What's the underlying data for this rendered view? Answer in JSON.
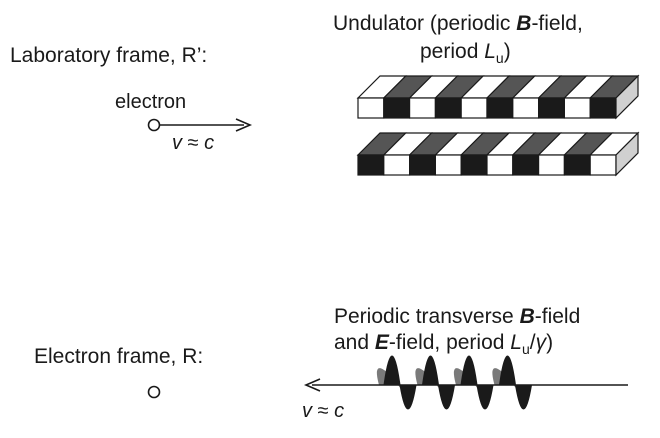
{
  "top": {
    "frame_label": "Laboratory frame, R’:",
    "particle_label": "electron",
    "velocity": {
      "v": "v",
      "approx": " ≈ ",
      "c": "c"
    },
    "undulator": {
      "line1_pre": "Undulator (periodic ",
      "line1_field": "B",
      "line1_post": "-field,",
      "line2_pre": "period ",
      "line2_symbol": "L",
      "line2_sub": "u",
      "line2_post": ")"
    }
  },
  "bottom": {
    "frame_label": "Electron frame, R:",
    "velocity": {
      "v": "v",
      "approx": " ≈ ",
      "c": "c"
    },
    "field_desc": {
      "line1": "Periodic transverse B-field",
      "line1_pre": "Periodic transverse ",
      "line1_field": "B",
      "line1_post": "-field",
      "line2_pre": "and ",
      "line2_field": "E",
      "line2_mid": "-field, period ",
      "line2_symbol": "L",
      "line2_sub": "u",
      "line2_slash": "/",
      "line2_gamma": "γ",
      "line2_post": ")"
    }
  },
  "colors": {
    "dark": "#1a1a1a",
    "gray": "#7a7a7a",
    "light": "#d0d0d0",
    "white": "#ffffff"
  }
}
